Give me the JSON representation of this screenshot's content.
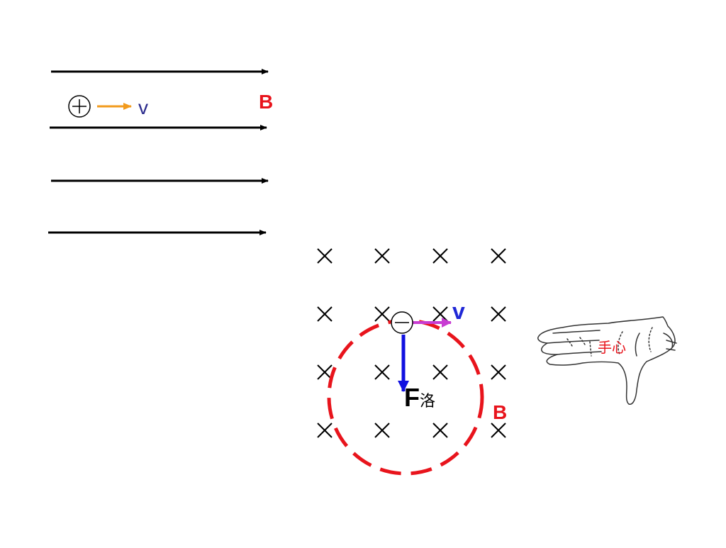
{
  "labels": {
    "velocity_left": "v",
    "field_left": "B",
    "velocity_right": "v",
    "force": "F",
    "force_subscript": "洛",
    "field_right": "B",
    "palm": "手心"
  },
  "colors": {
    "field_line": "#000000",
    "velocity_left_arrow": "#f29a1c",
    "velocity_left_label": "#2a2a8c",
    "field_label": "#e8141c",
    "velocity_right_arrow": "#c83cd2",
    "velocity_right_label": "#1f27d6",
    "force_arrow": "#1010e0",
    "dashed_circle": "#e8141c",
    "palm_label": "#e8141c",
    "hand_outline": "#333333"
  },
  "icons": {
    "positive_charge": "circled-plus-icon",
    "negative_charge": "circled-minus-icon",
    "field_into_page": "cross-mark-icon",
    "hand": "left-hand-icon"
  },
  "grid": {
    "rows": 4,
    "cols": 4
  }
}
